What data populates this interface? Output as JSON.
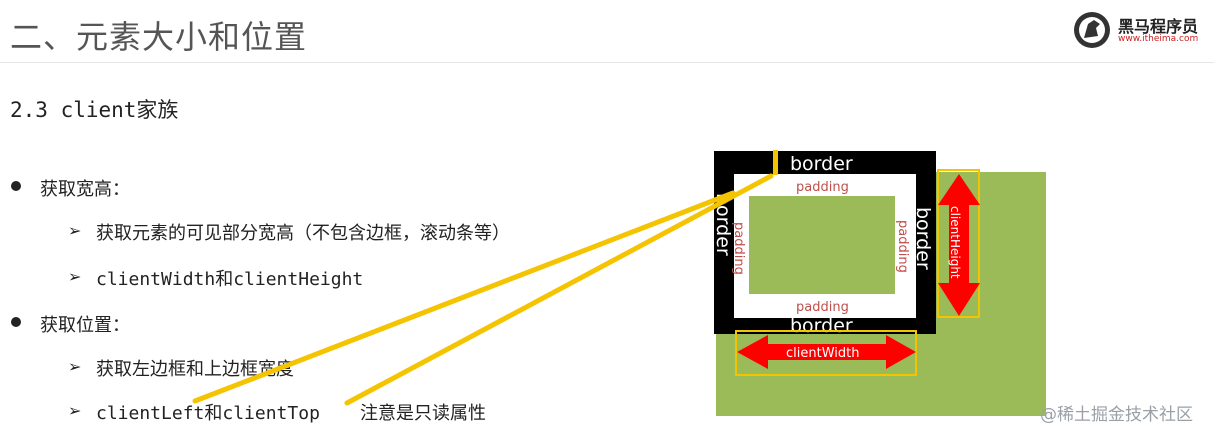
{
  "header": {
    "title": "二、元素大小和位置",
    "logo": {
      "name": "黑马程序员",
      "url": "www.itheima.com"
    }
  },
  "section_title": "2.3 client家族",
  "bullets": [
    {
      "label": "获取宽高：",
      "subitems": [
        "获取元素的可见部分宽高（不包含边框，滚动条等）",
        "clientWidth和clientHeight"
      ]
    },
    {
      "label": "获取位置：",
      "subitems": [
        "获取左边框和上边框宽度",
        "clientLeft和clientTop",
        "注意是只读属性"
      ]
    }
  ],
  "diagram": {
    "border_label": "border",
    "padding_label": "padding",
    "client_width_label": "clientWidth",
    "client_height_label": "clientHeight",
    "colors": {
      "border": "#000000",
      "content": "#9bbb59",
      "outer_box": "#9bbb59",
      "padding_text": "#c0504d",
      "arrow": "#ff0000",
      "highlight": "#f5c400"
    }
  },
  "watermark": "@稀土掘金技术社区"
}
